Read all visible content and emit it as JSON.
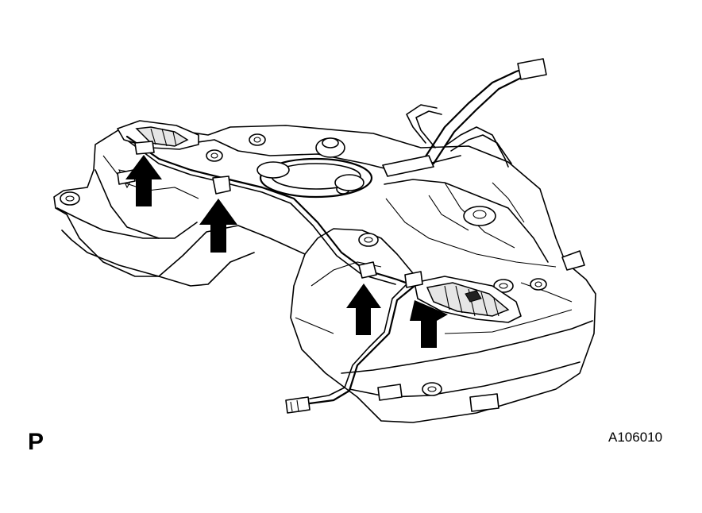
{
  "figure": {
    "view_label": "P",
    "figure_code": "A106010",
    "colors": {
      "line": "#000000",
      "background": "#ffffff",
      "arrow": "#000000",
      "shade": "#e6e6e6"
    },
    "arrows": [
      {
        "name": "arrow-left-pump",
        "direction": "up"
      },
      {
        "name": "arrow-left-clamp",
        "direction": "up"
      },
      {
        "name": "arrow-center-clamp",
        "direction": "up"
      },
      {
        "name": "arrow-right-pump",
        "direction": "up-left"
      }
    ]
  }
}
